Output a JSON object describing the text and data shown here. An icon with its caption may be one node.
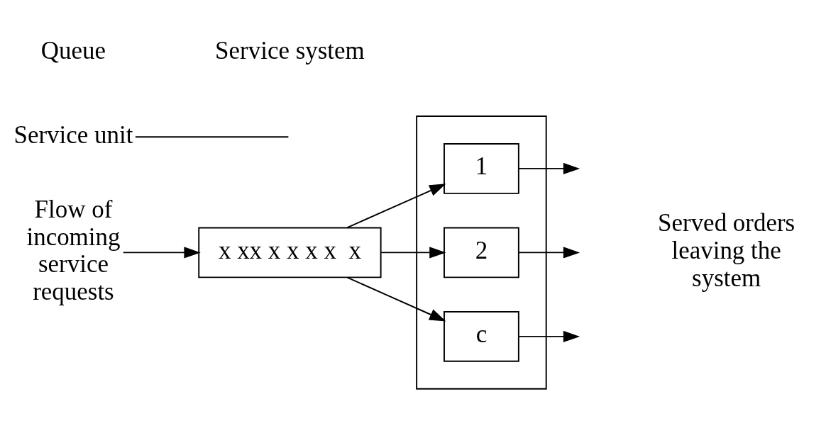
{
  "diagram": {
    "nodes": [
      {
        "text": [
          "Flow of incoming service requests"
        ]
      },
      {
        "text": [
          "x xx x x x x  x"
        ]
      },
      {
        "text": [],
        "shape": "box"
      },
      {
        "text": [
          "1"
        ],
        "in": 2
      },
      {
        "text": [
          "2"
        ],
        "in": 2
      },
      {
        "text": [
          "c"
        ],
        "in": 2
      },
      {
        "text": [
          "Service unit"
        ]
      }
    ],
    "edges": [
      {
        "from": 0,
        "to": 1,
        "arrow": "to"
      },
      {
        "from": 1,
        "to": 3,
        "arrow": "to"
      },
      {
        "from": 1,
        "to": 4,
        "arrow": "to"
      },
      {
        "from": 1,
        "to": 5,
        "arrow": "to"
      },
      {
        "from": 3,
        "to": null,
        "arrow": "to"
      },
      {
        "from": 4,
        "to": null,
        "arrow": "to"
      },
      {
        "from": 5,
        "to": null,
        "arrow": "to"
      },
      {
        "from": 6,
        "to": null,
        "arrow": "none"
      }
    ],
    "labels": [
      "Service system",
      "Queue",
      "Served orders leaving the system"
    ]
  }
}
